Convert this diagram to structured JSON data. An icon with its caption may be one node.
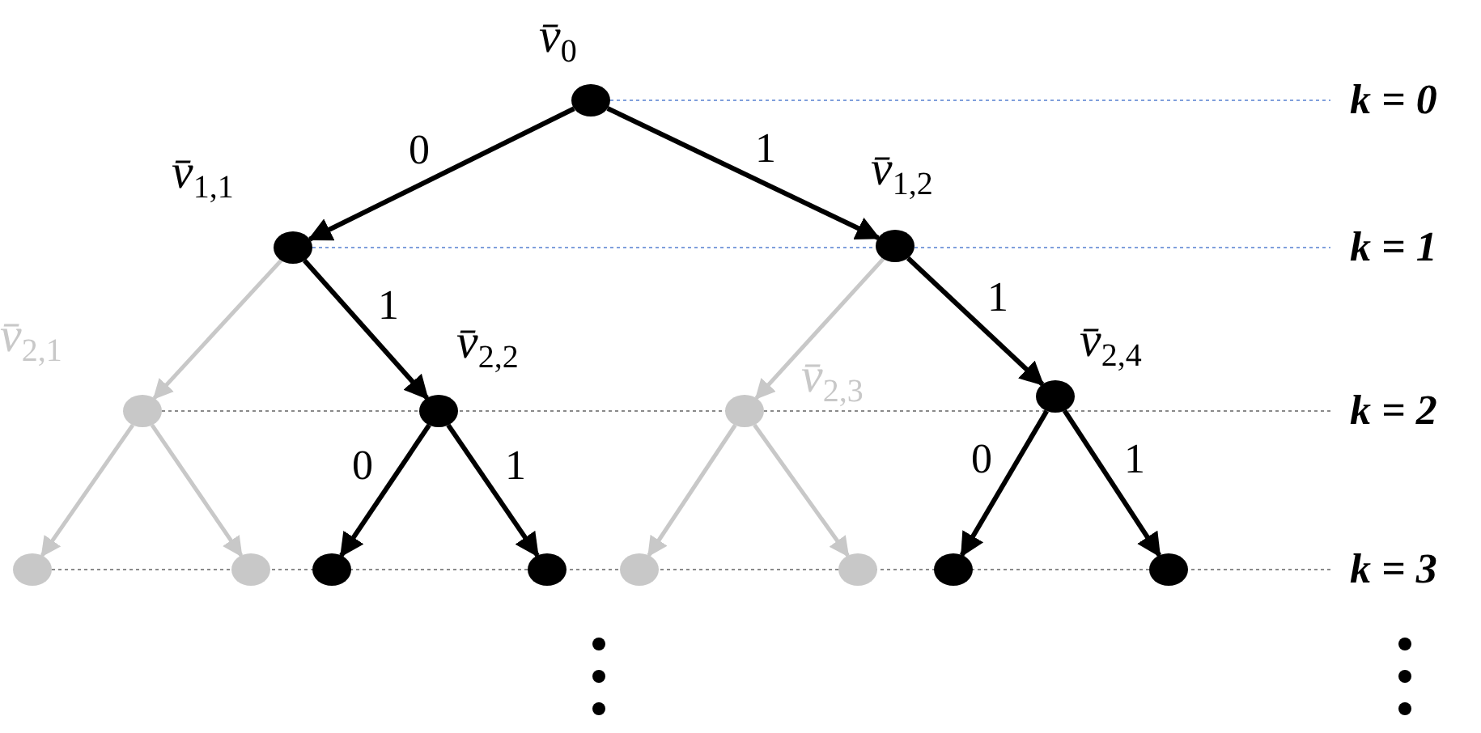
{
  "diagram": {
    "nodes": [
      {
        "text": [],
        "shape": "circle",
        "beside": [
          "v̄$_{0}$"
        ]
      },
      {
        "text": [],
        "shape": "circle",
        "beside": [
          "v̄$_{1,1}$"
        ]
      },
      {
        "text": [],
        "shape": "circle",
        "beside": [
          "v̄$_{1,2}$"
        ]
      },
      {
        "text": [],
        "shape": "circle",
        "beside": [
          "v̄$_{2,1}$"
        ]
      },
      {
        "text": [],
        "shape": "circle",
        "beside": [
          "v̄$_{2,2}$"
        ]
      },
      {
        "text": [],
        "shape": "circle",
        "beside": [
          "v̄$_{2,3}$"
        ]
      },
      {
        "text": [],
        "shape": "circle",
        "beside": [
          "v̄$_{2,4}$"
        ]
      },
      {
        "text": [],
        "shape": "circle"
      },
      {
        "text": [],
        "shape": "circle"
      },
      {
        "text": [],
        "shape": "circle"
      },
      {
        "text": [],
        "shape": "circle"
      },
      {
        "text": [],
        "shape": "circle"
      },
      {
        "text": [],
        "shape": "circle"
      },
      {
        "text": [],
        "shape": "circle"
      },
      {
        "text": [],
        "shape": "circle"
      }
    ],
    "edges": [
      {
        "from": 0,
        "to": 1,
        "arrow": "to",
        "label": "0"
      },
      {
        "from": 0,
        "to": 2,
        "arrow": "to",
        "label": "1"
      },
      {
        "from": 1,
        "to": 3,
        "arrow": "to",
        "color": "#c8c8c8"
      },
      {
        "from": 1,
        "to": 4,
        "arrow": "to",
        "label": "1"
      },
      {
        "from": 2,
        "to": 5,
        "arrow": "to",
        "color": "#c8c8c8"
      },
      {
        "from": 2,
        "to": 6,
        "arrow": "to",
        "label": "1"
      },
      {
        "from": 3,
        "to": 7,
        "arrow": "to",
        "color": "#c8c8c8"
      },
      {
        "from": 3,
        "to": 8,
        "arrow": "to",
        "color": "#c8c8c8"
      },
      {
        "from": 4,
        "to": 9,
        "arrow": "to",
        "label": "0"
      },
      {
        "from": 4,
        "to": 10,
        "arrow": "to",
        "label": "1"
      },
      {
        "from": 5,
        "to": 11,
        "arrow": "to",
        "color": "#c8c8c8"
      },
      {
        "from": 5,
        "to": 12,
        "arrow": "to",
        "color": "#c8c8c8"
      },
      {
        "from": 6,
        "to": 13,
        "arrow": "to",
        "label": "0"
      },
      {
        "from": 6,
        "to": 14,
        "arrow": "to",
        "label": "1"
      }
    ],
    "labels": [
      "k = 0",
      "k = 1",
      "k = 2",
      "k = 3"
    ]
  }
}
